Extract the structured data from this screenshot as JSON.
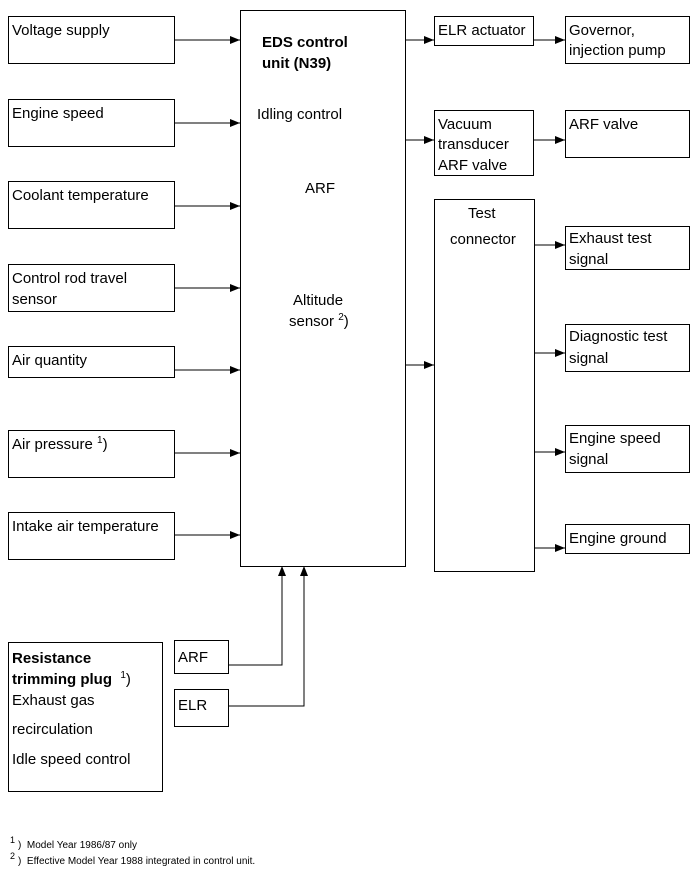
{
  "inputs": {
    "voltage_supply": "Voltage supply",
    "engine_speed": "Engine speed",
    "coolant_temperature": "Coolant temperature",
    "control_rod_line1": "Control rod travel",
    "control_rod_line2": "sensor",
    "air_quantity": "Air quantity",
    "air_pressure": "Air pressure",
    "air_pressure_note": "1",
    "intake_air_temperature": "Intake air temperature"
  },
  "control_unit": {
    "title_line1": "EDS control",
    "title_line2": "unit (N39)",
    "idling_control": "Idling control",
    "arf": "ARF",
    "altitude_line1": "Altitude",
    "altitude_line2": "sensor",
    "altitude_note": "2"
  },
  "outputs": {
    "elr_actuator": "ELR actuator",
    "governor_line1": "Governor,",
    "governor_line2": "injection pump",
    "vacuum_line1": "Vacuum",
    "vacuum_line2": "transducer",
    "vacuum_line3": "ARF valve",
    "arf_valve": "ARF valve"
  },
  "test_connector": {
    "title_line1": "Test",
    "title_line2": "connector",
    "exhaust_line1": "Exhaust test",
    "exhaust_line2": "signal",
    "diagnostic_line1": "Diagnostic test",
    "diagnostic_line2": "signal",
    "engine_speed_line1": "Engine speed",
    "engine_speed_line2": "signal",
    "engine_ground": "Engine ground"
  },
  "trimming_plug": {
    "title_line1": "Resistance",
    "title_line2": "trimming plug",
    "title_note": "1",
    "item1_line1": "Exhaust gas",
    "item1_line2": "recirculation",
    "item2": "Idle speed control"
  },
  "bottom_inputs": {
    "arf": "ARF",
    "elr": "ELR"
  },
  "footnotes": {
    "note1_marker": "1",
    "note1_text": "Model Year 1986/87 only",
    "note2_marker": "2",
    "note2_text": "Effective Model Year 1988 integrated in control unit."
  }
}
